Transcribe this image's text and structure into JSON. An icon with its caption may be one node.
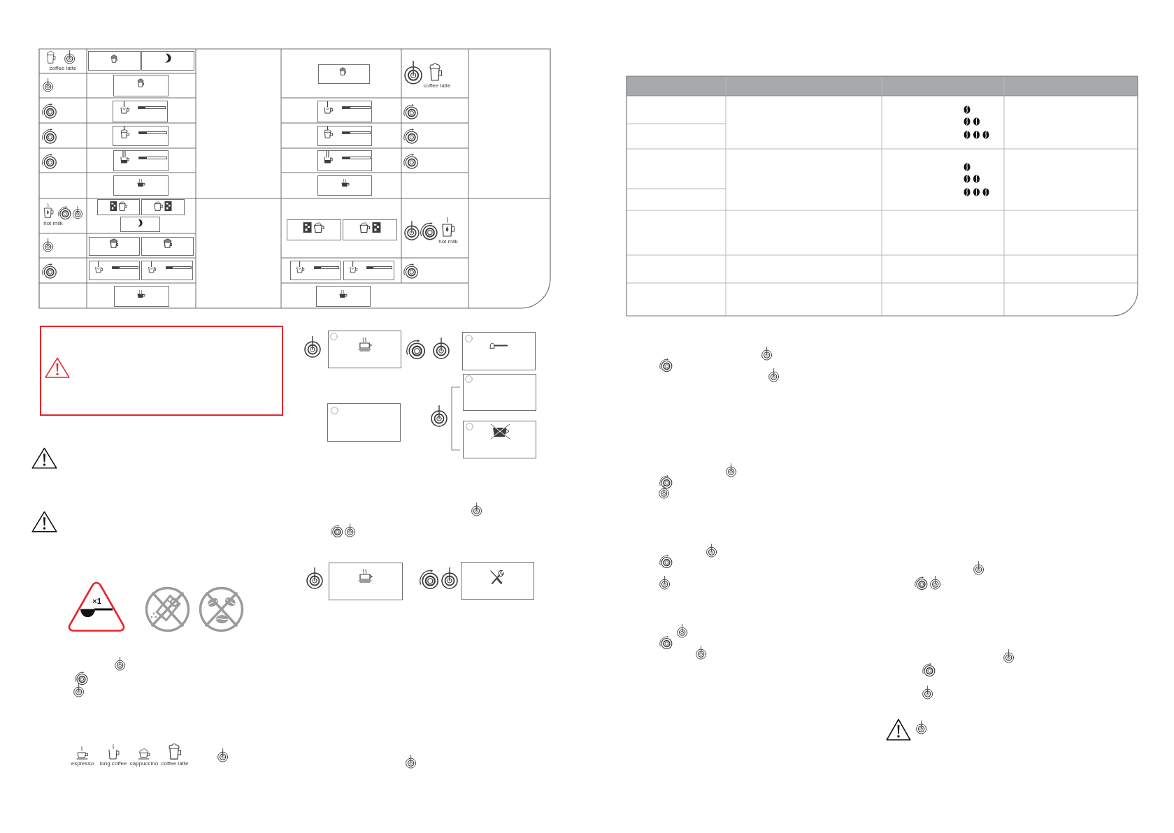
{
  "diagram": {
    "labels": [
      "coffee latte",
      "coffee latte",
      "hot milk",
      "hot milk",
      "×1",
      "espresso",
      "long coffee",
      "cappuccino",
      "coffee latte"
    ]
  }
}
